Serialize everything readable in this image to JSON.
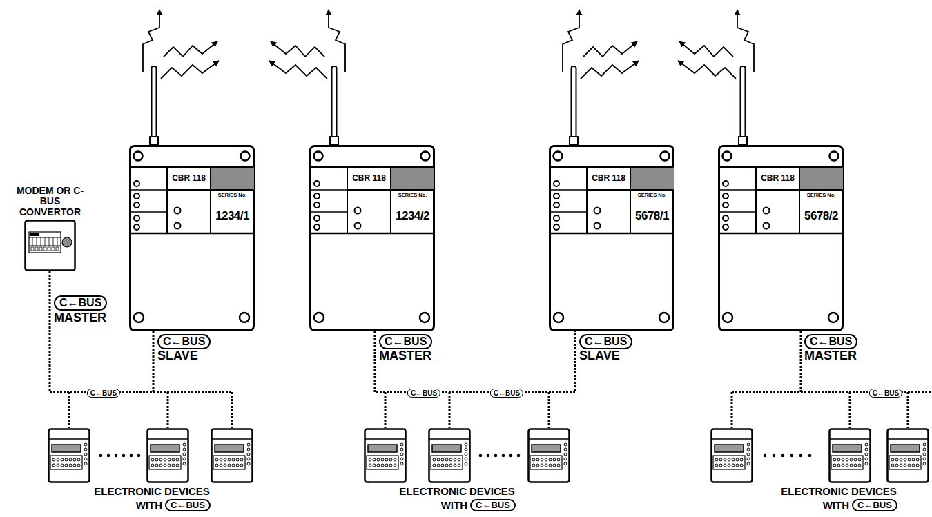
{
  "diagram": {
    "nodes": [
      {
        "text": [
          "MODEM OR C-BUS CONVERTOR"
        ]
      },
      {
        "text": [
          "CBR 118",
          "SERIES No.",
          "1234/1"
        ]
      },
      {
        "text": [
          "CBR 118",
          "SERIES No.",
          "1234/2"
        ]
      },
      {
        "text": [
          "CBR 118",
          "SERIES No.",
          "5678/1"
        ]
      },
      {
        "text": [
          "CBR 118",
          "SERIES No.",
          "5678/2"
        ]
      }
    ],
    "edges": [
      {
        "from": 0,
        "to": 1,
        "arrow": "none",
        "label": "C←BUS"
      },
      {
        "from": 2,
        "to": 3,
        "arrow": "none",
        "label": "C←BUS"
      }
    ],
    "labels": [
      "C←BUS",
      "MASTER",
      "C←BUS",
      "SLAVE",
      "C←BUS",
      "MASTER",
      "C←BUS",
      "SLAVE",
      "C←BUS",
      "MASTER",
      "C←BUS",
      "C←BUS",
      "ELECTRONIC DEVICES",
      "WITH",
      "C←BUS",
      "ELECTRONIC DEVICES",
      "WITH",
      "C←BUS",
      "ELECTRONIC DEVICES",
      "WITH",
      "C←BUS"
    ]
  }
}
